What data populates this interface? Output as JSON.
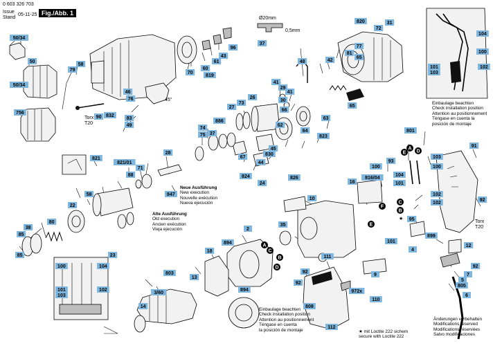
{
  "header": {
    "part_number": "0 603 326 703",
    "issue_label": "Issue",
    "stand_label": "Stand",
    "issue_date": "05-11-25",
    "figure_title": "Fig./Abb. 1"
  },
  "dimension": {
    "diameter": "Ø20mm",
    "thickness": "0,5mm"
  },
  "torx_labels": [
    "Torx\nT20",
    "Torx\nT20"
  ],
  "angle_label": "45°",
  "loctite_marker": "★",
  "callouts": [
    {
      "id": "c1",
      "text": "50/34"
    },
    {
      "id": "c2",
      "text": "50"
    },
    {
      "id": "c3",
      "text": "58"
    },
    {
      "id": "c4",
      "text": "79"
    },
    {
      "id": "c5",
      "text": "50/34"
    },
    {
      "id": "c6",
      "text": "756"
    },
    {
      "id": "c7",
      "text": "46"
    },
    {
      "id": "c8",
      "text": "76"
    },
    {
      "id": "c9",
      "text": "90"
    },
    {
      "id": "c10",
      "text": "832"
    },
    {
      "id": "c11",
      "text": "83"
    },
    {
      "id": "c12",
      "text": "49"
    },
    {
      "id": "c13",
      "text": "70"
    },
    {
      "id": "c14",
      "text": "60"
    },
    {
      "id": "c15",
      "text": "819"
    },
    {
      "id": "c16",
      "text": "61"
    },
    {
      "id": "c17",
      "text": "43"
    },
    {
      "id": "c18",
      "text": "96"
    },
    {
      "id": "c19",
      "text": "37"
    },
    {
      "id": "c20",
      "text": "820"
    },
    {
      "id": "c21",
      "text": "72"
    },
    {
      "id": "c22",
      "text": "31"
    },
    {
      "id": "c23",
      "text": "77"
    },
    {
      "id": "c24",
      "text": "81"
    },
    {
      "id": "c25",
      "text": "65"
    },
    {
      "id": "c26",
      "text": "42"
    },
    {
      "id": "c27",
      "text": "48"
    },
    {
      "id": "c28",
      "text": "104"
    },
    {
      "id": "c29",
      "text": "100"
    },
    {
      "id": "c30",
      "text": "101"
    },
    {
      "id": "c31",
      "text": "103"
    },
    {
      "id": "c32",
      "text": "102"
    },
    {
      "id": "c33",
      "text": "41"
    },
    {
      "id": "c34",
      "text": "29"
    },
    {
      "id": "c35",
      "text": "41"
    },
    {
      "id": "c36",
      "text": "26"
    },
    {
      "id": "c37",
      "text": "27"
    },
    {
      "id": "c38",
      "text": "73"
    },
    {
      "id": "c39",
      "text": "30"
    },
    {
      "id": "c40",
      "text": "66"
    },
    {
      "id": "c41",
      "text": "65"
    },
    {
      "id": "c42",
      "text": "62"
    },
    {
      "id": "c43",
      "text": "64"
    },
    {
      "id": "c44",
      "text": "63"
    },
    {
      "id": "c45",
      "text": "823"
    },
    {
      "id": "c46",
      "text": "886"
    },
    {
      "id": "c47",
      "text": "74"
    },
    {
      "id": "c48",
      "text": "75"
    },
    {
      "id": "c49",
      "text": "37"
    },
    {
      "id": "c50",
      "text": "45"
    },
    {
      "id": "c51",
      "text": "830"
    },
    {
      "id": "c52",
      "text": "67"
    },
    {
      "id": "c53",
      "text": "44"
    },
    {
      "id": "c54",
      "text": "824"
    },
    {
      "id": "c55",
      "text": "826"
    },
    {
      "id": "c56",
      "text": "24"
    },
    {
      "id": "c57",
      "text": "821"
    },
    {
      "id": "c58",
      "text": "821/01"
    },
    {
      "id": "c59",
      "text": "71"
    },
    {
      "id": "c60",
      "text": "88"
    },
    {
      "id": "c61",
      "text": "28"
    },
    {
      "id": "c62",
      "text": "847"
    },
    {
      "id": "c63",
      "text": "58"
    },
    {
      "id": "c64",
      "text": "22"
    },
    {
      "id": "c65",
      "text": "80"
    },
    {
      "id": "c66",
      "text": "85"
    },
    {
      "id": "c67",
      "text": "38"
    },
    {
      "id": "c68",
      "text": "85"
    },
    {
      "id": "c69",
      "text": "23"
    },
    {
      "id": "c70",
      "text": "801"
    },
    {
      "id": "c71",
      "text": "91"
    },
    {
      "id": "c72",
      "text": "103"
    },
    {
      "id": "c73",
      "text": "100"
    },
    {
      "id": "c74",
      "text": "100"
    },
    {
      "id": "c75",
      "text": "104"
    },
    {
      "id": "c76",
      "text": "93"
    },
    {
      "id": "c77",
      "text": "816/04"
    },
    {
      "id": "c78",
      "text": "16"
    },
    {
      "id": "c79",
      "text": "101"
    },
    {
      "id": "c80",
      "text": "102"
    },
    {
      "id": "c81",
      "text": "10"
    },
    {
      "id": "c82",
      "text": "102"
    },
    {
      "id": "c83",
      "text": "95"
    },
    {
      "id": "c84",
      "text": "92"
    },
    {
      "id": "c85",
      "text": "899"
    },
    {
      "id": "c86",
      "text": "35"
    },
    {
      "id": "c87",
      "text": "101"
    },
    {
      "id": "c88",
      "text": "12"
    },
    {
      "id": "c89",
      "text": "4"
    },
    {
      "id": "c90",
      "text": "2"
    },
    {
      "id": "c91",
      "text": "894"
    },
    {
      "id": "c92",
      "text": "18"
    },
    {
      "id": "c93",
      "text": "111"
    },
    {
      "id": "c94",
      "text": "7"
    },
    {
      "id": "c95",
      "text": "92"
    },
    {
      "id": "c96",
      "text": "9"
    },
    {
      "id": "c97",
      "text": "803"
    },
    {
      "id": "c98",
      "text": "13"
    },
    {
      "id": "c99",
      "text": "3/60"
    },
    {
      "id": "c100",
      "text": "14"
    },
    {
      "id": "c101",
      "text": "92"
    },
    {
      "id": "c102",
      "text": "972x"
    },
    {
      "id": "c103",
      "text": "110"
    },
    {
      "id": "c104",
      "text": "894"
    },
    {
      "id": "c105",
      "text": "808"
    },
    {
      "id": "c106",
      "text": "112"
    },
    {
      "id": "c107",
      "text": "5"
    },
    {
      "id": "c108",
      "text": "805"
    },
    {
      "id": "c109",
      "text": "6"
    },
    {
      "id": "c110",
      "text": "100"
    },
    {
      "id": "c111",
      "text": "104"
    },
    {
      "id": "c112",
      "text": "101"
    },
    {
      "id": "c113",
      "text": "103"
    },
    {
      "id": "c114",
      "text": "102"
    },
    {
      "id": "c115",
      "text": "92"
    }
  ],
  "circle_letters": [
    {
      "id": "l1",
      "text": "A"
    },
    {
      "id": "l2",
      "text": "C"
    },
    {
      "id": "l3",
      "text": "B"
    },
    {
      "id": "l4",
      "text": "D"
    },
    {
      "id": "l5",
      "text": "E"
    },
    {
      "id": "l6",
      "text": "A"
    },
    {
      "id": "l7",
      "text": "D"
    },
    {
      "id": "l8",
      "text": "C"
    },
    {
      "id": "l9",
      "text": "B"
    },
    {
      "id": "l10",
      "text": "E"
    },
    {
      "id": "l11",
      "text": "F"
    }
  ],
  "notes": {
    "new_execution": [
      "Neue Ausführung",
      "New execution",
      "Nouvelle exécution",
      "Nueva ejecución"
    ],
    "old_execution": [
      "Alte Ausführung",
      "Old execution",
      "Ancien exécution",
      "Vieja ejecución"
    ],
    "install_top": [
      "Einbaulage beachten",
      "Check installation position",
      "Attention au positionnement",
      "Téngase en cuenta la",
      "posición de montaje"
    ],
    "install_bottom": [
      "Einbaulage beachten",
      "Check installation position",
      "Attention au positionnement",
      "Téngase en cuenta",
      "la posición de montaje"
    ],
    "loctite": [
      "★ mit Loctite 222 sichern",
      "secure with Loctite 222"
    ],
    "modifications": [
      "Änderungen vorbehalten",
      "Modifications reserved",
      "Modifications réservées",
      "Salvo modificaciones"
    ]
  },
  "colors": {
    "tag": "#7fb6dd",
    "figure_header": "#000000"
  }
}
